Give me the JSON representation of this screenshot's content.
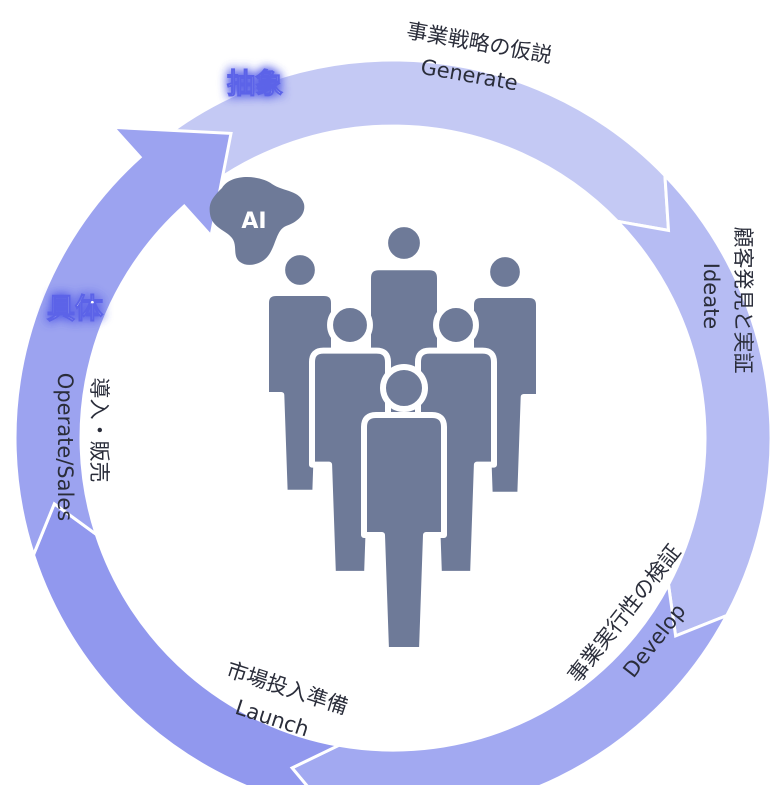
{
  "tags": {
    "abstract": "抽象",
    "concrete": "具体"
  },
  "segments": [
    {
      "jp": "事業戦略の仮説",
      "en": "Generate",
      "color": "#c4c9f4"
    },
    {
      "jp": "顧客発見と実証",
      "en": "Ideate",
      "color": "#b6bcf3"
    },
    {
      "jp": "事業実行性の検証",
      "en": "Develop",
      "color": "#a2a9f1"
    },
    {
      "jp": "市場投入準備",
      "en": "Launch",
      "color": "#9198ee"
    },
    {
      "jp": "導入・販売",
      "en": "Operate/Sales",
      "color": "#9ca3f0"
    }
  ],
  "center": {
    "ai_label": "AI",
    "figure_color": "#6e7a98",
    "tag_glow_color": "#5b63e8"
  }
}
